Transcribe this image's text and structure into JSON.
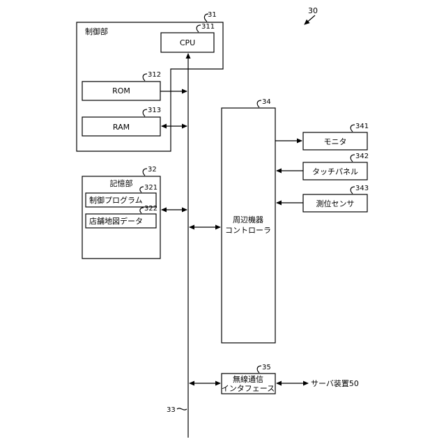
{
  "figure_ref": "30",
  "control_unit": {
    "ref": "31",
    "label": "制御部",
    "cpu": {
      "ref": "311",
      "label": "CPU"
    },
    "rom": {
      "ref": "312",
      "label": "ROM"
    },
    "ram": {
      "ref": "313",
      "label": "RAM"
    }
  },
  "storage_unit": {
    "ref": "32",
    "label": "記憶部",
    "control_program": {
      "ref": "321",
      "label": "制御プログラム"
    },
    "store_map_data": {
      "ref": "322",
      "label": "店舗地図データ"
    }
  },
  "bus": {
    "ref": "33"
  },
  "peripheral_controller": {
    "ref": "34",
    "label_line1": "周辺機器",
    "label_line2": "コントローラ"
  },
  "monitor": {
    "ref": "341",
    "label": "モニタ"
  },
  "touch_panel": {
    "ref": "342",
    "label": "タッチパネル"
  },
  "position_sensor": {
    "ref": "343",
    "label": "測位センサ"
  },
  "wireless_interface": {
    "ref": "35",
    "label_line1": "無線通信",
    "label_line2": "インタフェース"
  },
  "server": {
    "label": "サーバ装置50"
  }
}
